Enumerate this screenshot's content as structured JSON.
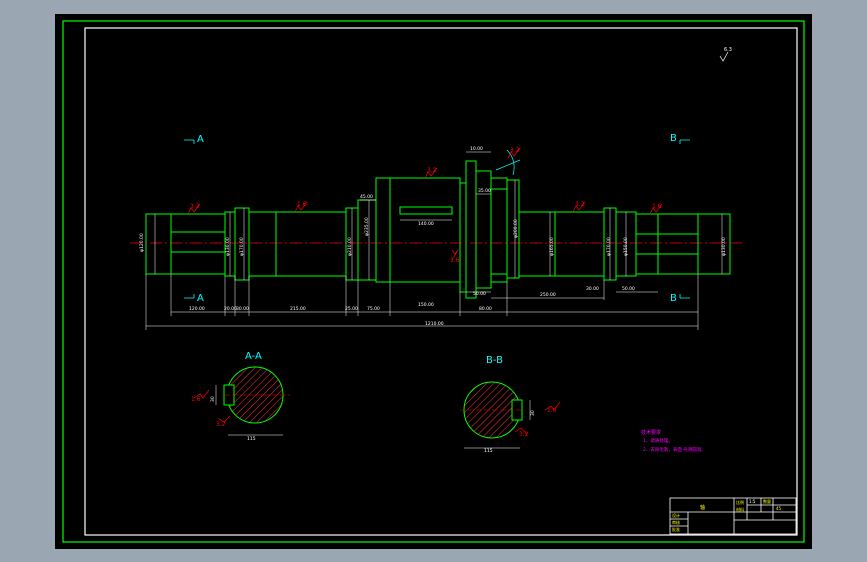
{
  "colors": {
    "app_bg": "#9aa7b3",
    "paper": "#000000",
    "border_outer": "#00ff00",
    "border_inner": "#ffffff",
    "geometry": "#00ff00",
    "dimension": "#ffffff",
    "section_label": "#00ffff",
    "centerline": "#ff0000",
    "roughness": "#ff0000",
    "tolerance": "#ff00ff",
    "hatch": "#ff3333",
    "title_text": "#ffff00"
  },
  "roughness_corner": "6.3",
  "views": {
    "section_marks": {
      "a_top": "A",
      "a_bottom": "A",
      "b_top": "B",
      "b_bottom": "B"
    },
    "roughness": {
      "r1": "3.2",
      "r2": "1.6",
      "r3": "3.2",
      "r4": "1.6",
      "r5": "3.2",
      "r6": "1.6",
      "r7": "3.2"
    },
    "top_dims": {
      "d_10": "10.00",
      "d_45": "45.00",
      "d_35": "35.00"
    },
    "inner_dims": {
      "d_140": "140.00"
    },
    "vertical_dims": {
      "v1": "φ120.00",
      "v2": "φ130.00",
      "v3": "φ170.00",
      "v4": "φ210.00",
      "v5": "φ235.00",
      "v6": "φ200.00",
      "v7": "φ165.00",
      "v8": "φ170.00",
      "v9": "φ150.00",
      "v10": "φ130.00"
    },
    "bottom_dims": {
      "b1": "120.00",
      "b2": "20.00",
      "b3": "30.00",
      "b4": "215.00",
      "b5": "25.00",
      "b6": "75.00",
      "b7": "150.00",
      "b8": "80.00",
      "b9": "50.00",
      "b10": "250.00",
      "b11": "30.00",
      "b12": "50.00",
      "total": "1210.00"
    },
    "section_aa": {
      "title": "A-A",
      "width_dim": "115",
      "key_dim": "30",
      "roughness_1": "1.6",
      "roughness_2": "3.2"
    },
    "section_bb": {
      "title": "B-B",
      "width_dim": "115",
      "key_dim": "30",
      "roughness_1": "1.6",
      "roughness_2": "3.2"
    }
  },
  "notes": {
    "title": "技术要求",
    "line1": "1、调质处理。",
    "line2": "2、去除毛刺，表面 光滑圆润。"
  },
  "title_block": {
    "name": "轴",
    "c1": "比例",
    "c2": "1:5",
    "c3": "数量",
    "c4": "材料",
    "c5": "45",
    "r1": "设计",
    "r2": "审核",
    "r3": "批准"
  }
}
